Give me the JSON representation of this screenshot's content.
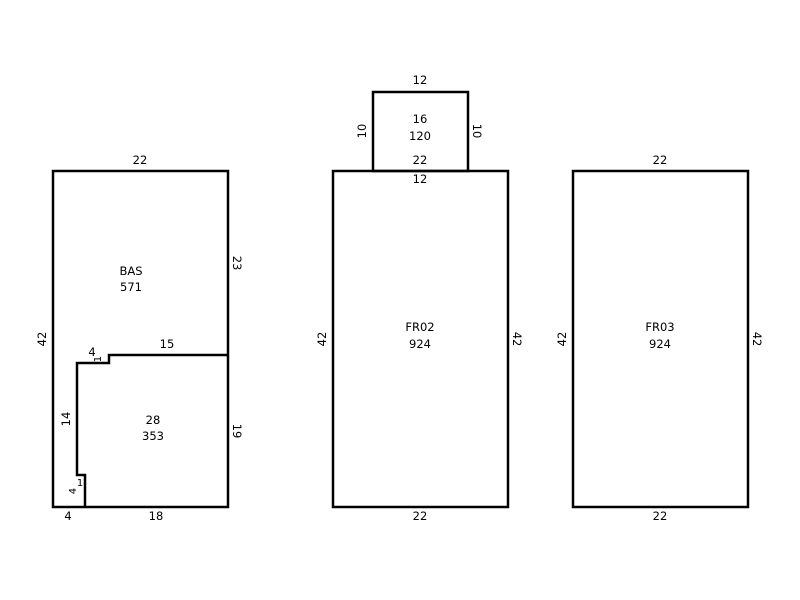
{
  "areas": {
    "bas": {
      "name": "BAS",
      "area": "571"
    },
    "a28": {
      "name": "28",
      "area": "353"
    },
    "a16": {
      "name": "16",
      "area": "120"
    },
    "fr02": {
      "name": "FR02",
      "area": "924"
    },
    "fr03": {
      "name": "FR03",
      "area": "924"
    }
  },
  "dimensions": {
    "bas_top": "22",
    "bas_right_upper": "23",
    "bas_left": "42",
    "bas_notch_top": "4",
    "bas_notch_small": "1",
    "bas_interior": "15",
    "a28_left": "14",
    "a28_right": "19",
    "bas_step_small": "1",
    "bas_step_vertical": "4",
    "bas_bottom_left": "4",
    "bas_bottom": "18",
    "a16_top": "12",
    "a16_left": "10",
    "a16_right": "10",
    "a16_inner_top": "22",
    "a16_inner_bottom": "12",
    "fr02_left": "42",
    "fr02_right": "42",
    "fr02_bottom": "22",
    "fr03_top": "22",
    "fr03_left": "42",
    "fr03_right": "42",
    "fr03_bottom": "22"
  }
}
